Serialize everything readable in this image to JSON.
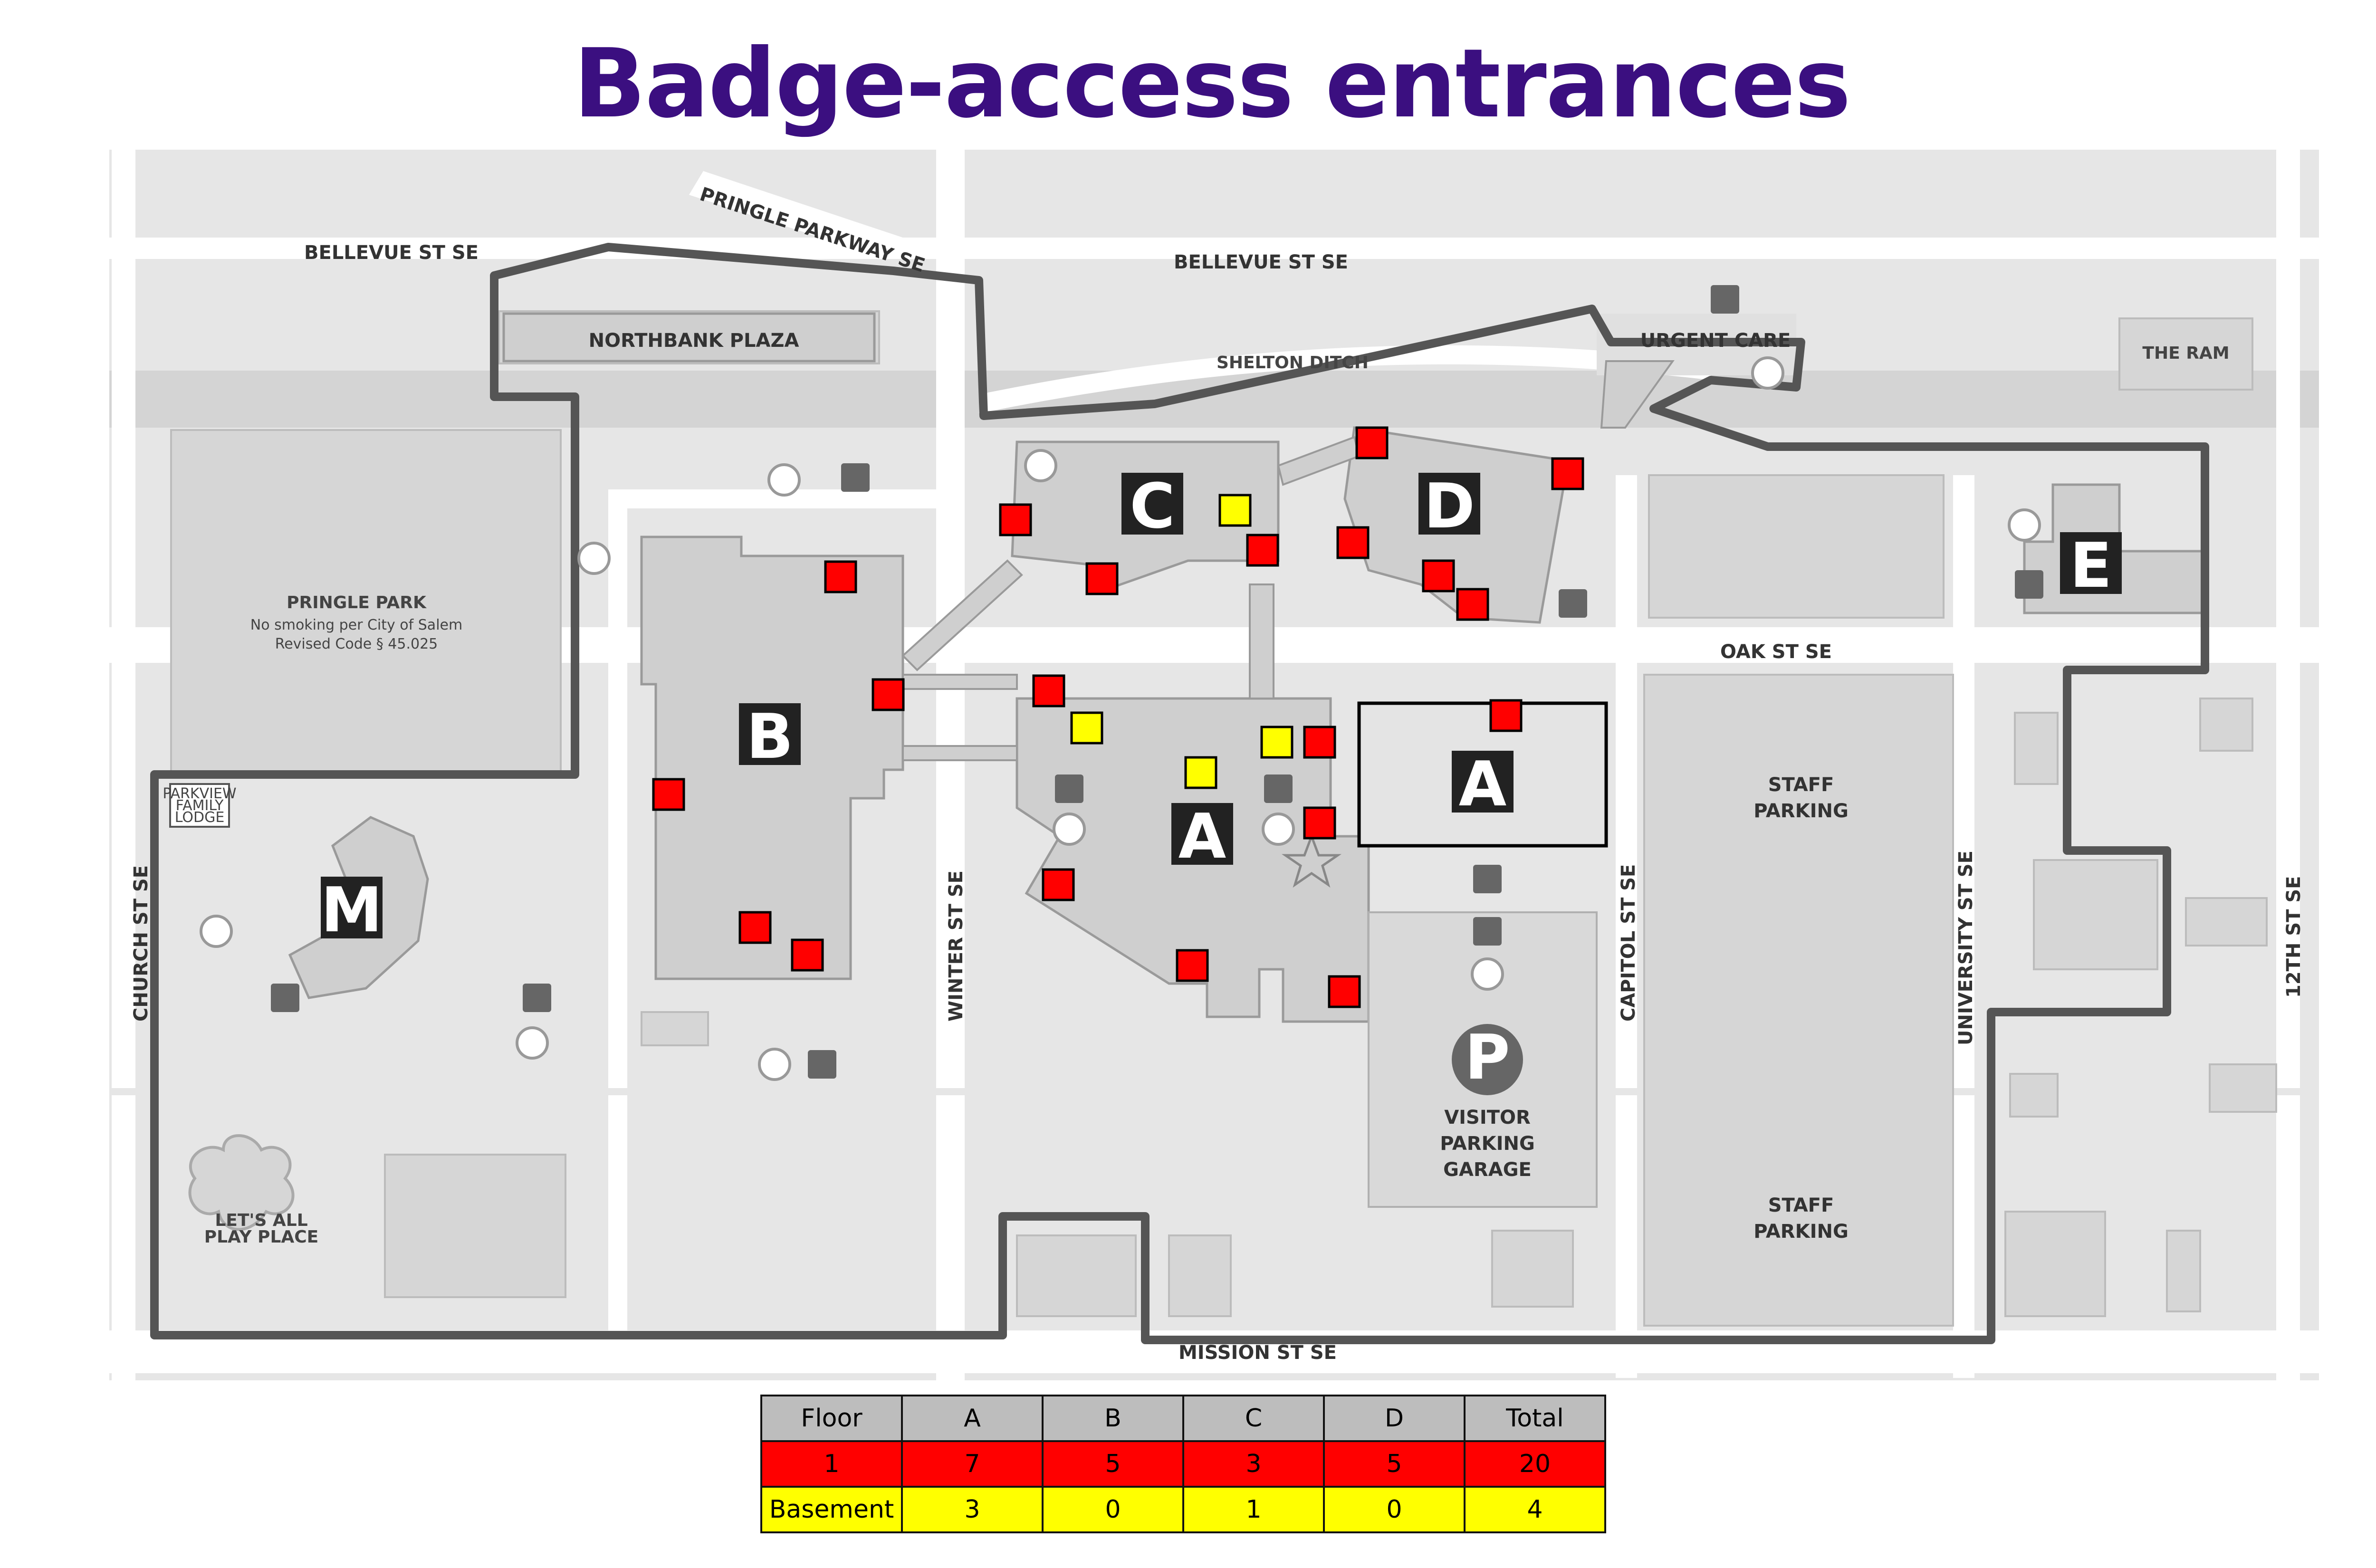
{
  "title": "Badge-access entrances",
  "colors": {
    "title": "#3b0f80",
    "floor1": "#ff0000",
    "basement": "#ffff00",
    "campus_outline": "#555555"
  },
  "roads": {
    "bellevue_west": "BELLEVUE ST SE",
    "bellevue_east": "BELLEVUE ST SE",
    "pringle_parkway": "PRINGLE PARKWAY SE",
    "shelton_ditch": "SHELTON DITCH",
    "oak": "OAK ST SE",
    "mission": "MISSION ST SE",
    "church": "CHURCH ST SE",
    "winter": "WINTER ST SE",
    "capitol": "CAPITOL ST SE",
    "university": "UNIVERSITY ST SE",
    "twelfth": "12TH ST SE"
  },
  "places": {
    "northbank": "NORTHBANK PLAZA",
    "urgent_care": "URGENT CARE",
    "the_ram": "THE RAM",
    "pringle_park": "PRINGLE PARK",
    "pringle_park_note1": "No smoking per City of Salem",
    "pringle_park_note2": "Revised Code § 45.025",
    "parkview1": "PARKVIEW",
    "parkview2": "FAMILY",
    "parkview3": "LODGE",
    "play1": "LET'S ALL",
    "play2": "PLAY PLACE",
    "staff_parking_1a": "STAFF",
    "staff_parking_1b": "PARKING",
    "staff_parking_2a": "STAFF",
    "staff_parking_2b": "PARKING",
    "garage1": "VISITOR",
    "garage2": "PARKING",
    "garage3": "GARAGE",
    "parking_symbol": "P"
  },
  "buildings": {
    "A": "A",
    "A2": "A",
    "B": "B",
    "C": "C",
    "D": "D",
    "E": "E",
    "M": "M"
  },
  "legend": {
    "headers": [
      "Floor",
      "A",
      "B",
      "C",
      "D",
      "Total"
    ],
    "rows": [
      {
        "label": "1",
        "values": [
          7,
          5,
          3,
          5,
          20
        ]
      },
      {
        "label": "Basement",
        "values": [
          3,
          0,
          1,
          0,
          4
        ]
      }
    ]
  }
}
